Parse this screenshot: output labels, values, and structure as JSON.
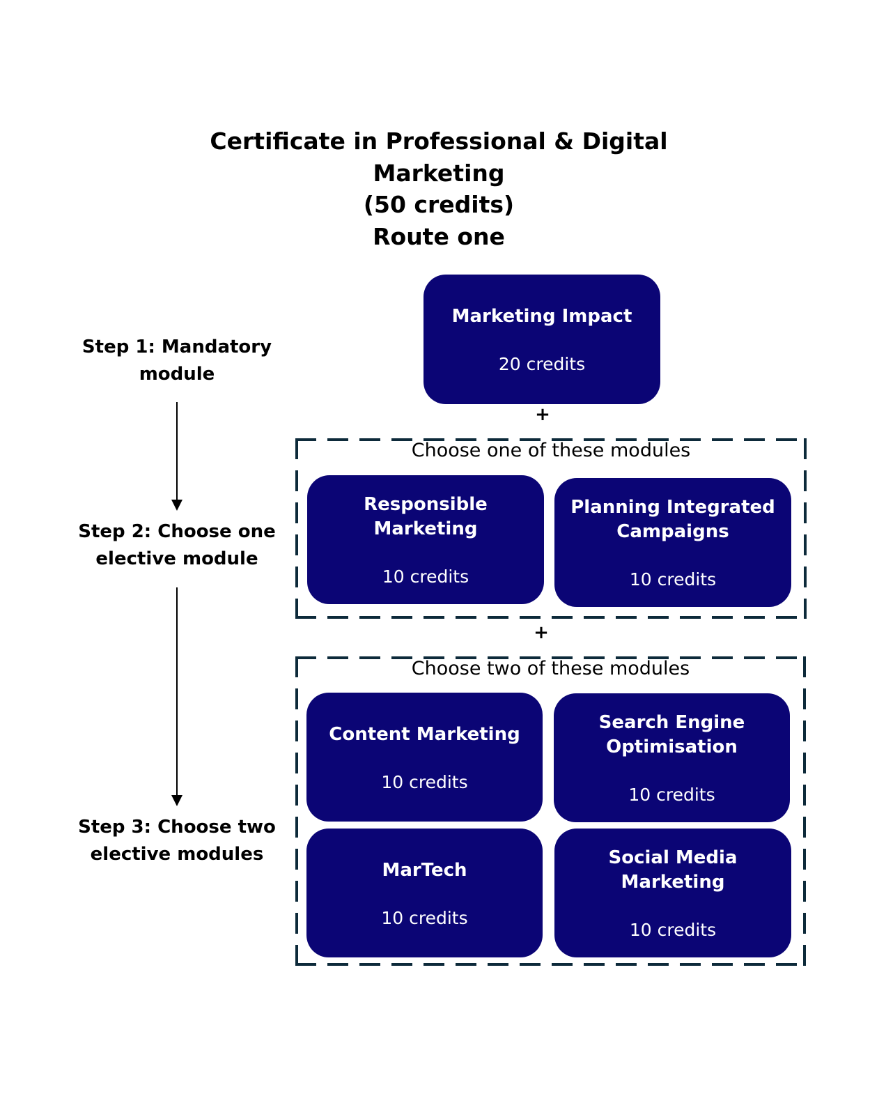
{
  "title": {
    "line1": "Certificate in Professional & Digital",
    "line2": "Marketing",
    "line3": "(50 credits)",
    "line4": "Route one"
  },
  "steps": [
    {
      "line1": "Step 1: Mandatory",
      "line2": "module"
    },
    {
      "line1": "Step 2: Choose one",
      "line2": "elective module"
    },
    {
      "line1": "Step 3: Choose two",
      "line2": "elective modules"
    }
  ],
  "plus": "+",
  "mandatory": {
    "name": "Marketing Impact",
    "credits": "20 credits"
  },
  "group1": {
    "label": "Choose one of these modules",
    "modules": [
      {
        "name1": "Responsible",
        "name2": "Marketing",
        "credits": "10 credits"
      },
      {
        "name1": "Planning Integrated",
        "name2": "Campaigns",
        "credits": "10 credits"
      }
    ]
  },
  "group2": {
    "label": "Choose two of these modules",
    "modules": [
      {
        "name1": "Content Marketing",
        "name2": "",
        "credits": "10 credits"
      },
      {
        "name1": "Search Engine",
        "name2": "Optimisation",
        "credits": "10 credits"
      },
      {
        "name1": "MarTech",
        "name2": "",
        "credits": "10 credits"
      },
      {
        "name1": "Social Media",
        "name2": "Marketing",
        "credits": "10 credits"
      }
    ]
  },
  "colors": {
    "module_bg": "#0b0575",
    "dash": "#0d2a3a"
  }
}
